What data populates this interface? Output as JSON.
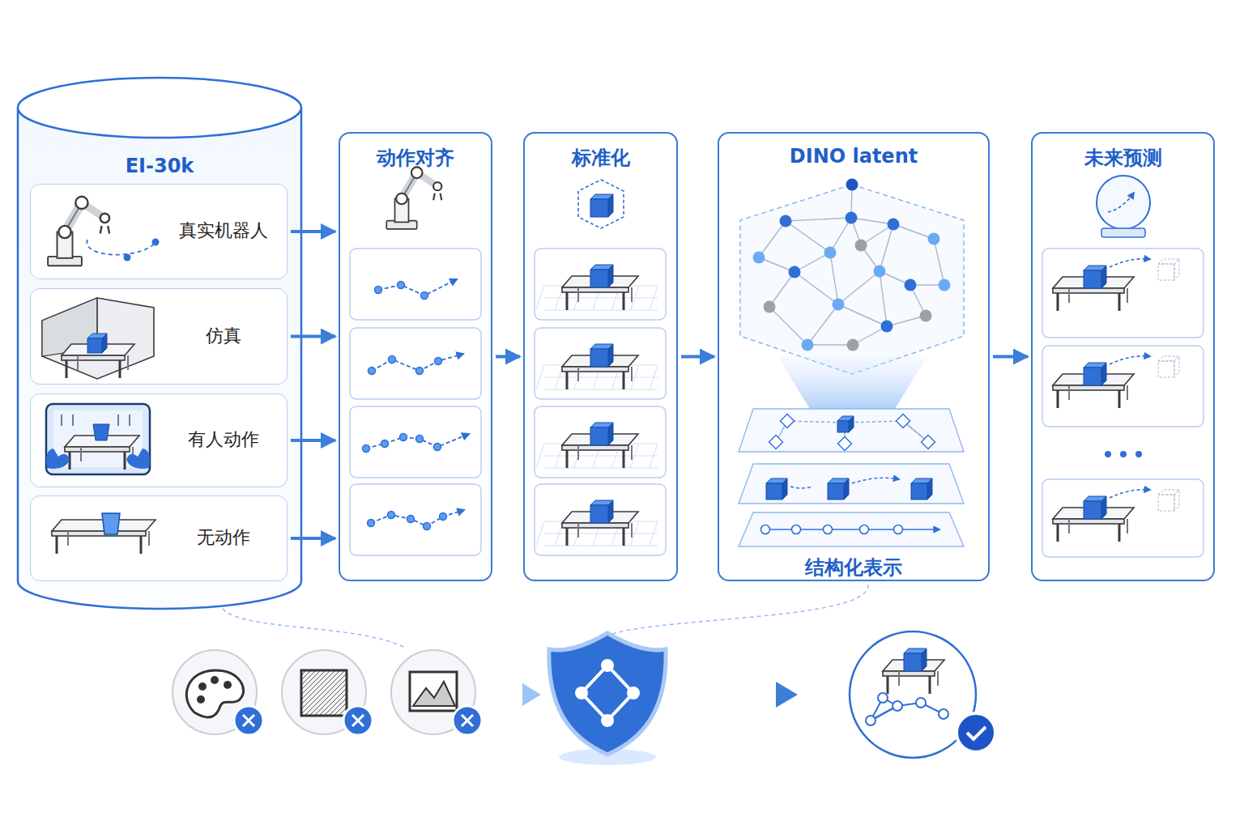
{
  "diagram": {
    "nodes": [
      {
        "text": [
          "EI-30k"
        ]
      },
      {
        "text": [
          "真实机器人"
        ],
        "in": 0
      },
      {
        "text": [
          "仿真"
        ],
        "in": 0
      },
      {
        "text": [
          "有人动作"
        ],
        "in": 0
      },
      {
        "text": [
          "无动作"
        ],
        "in": 0
      },
      {
        "text": [
          "动作对齐"
        ]
      },
      {
        "text": [
          "标准化"
        ]
      },
      {
        "text": [
          "DINO latent",
          "结构化表示"
        ]
      },
      {
        "text": [
          "未来预测"
        ]
      }
    ],
    "edges": [
      {
        "from": 1,
        "to": 5,
        "arrow": "to"
      },
      {
        "from": 2,
        "to": 5,
        "arrow": "to"
      },
      {
        "from": 3,
        "to": 5,
        "arrow": "to"
      },
      {
        "from": 4,
        "to": 5,
        "arrow": "to"
      },
      {
        "from": 5,
        "to": 6,
        "arrow": "to"
      },
      {
        "from": 6,
        "to": 7,
        "arrow": "to"
      },
      {
        "from": 7,
        "to": 8,
        "arrow": "to"
      }
    ]
  }
}
